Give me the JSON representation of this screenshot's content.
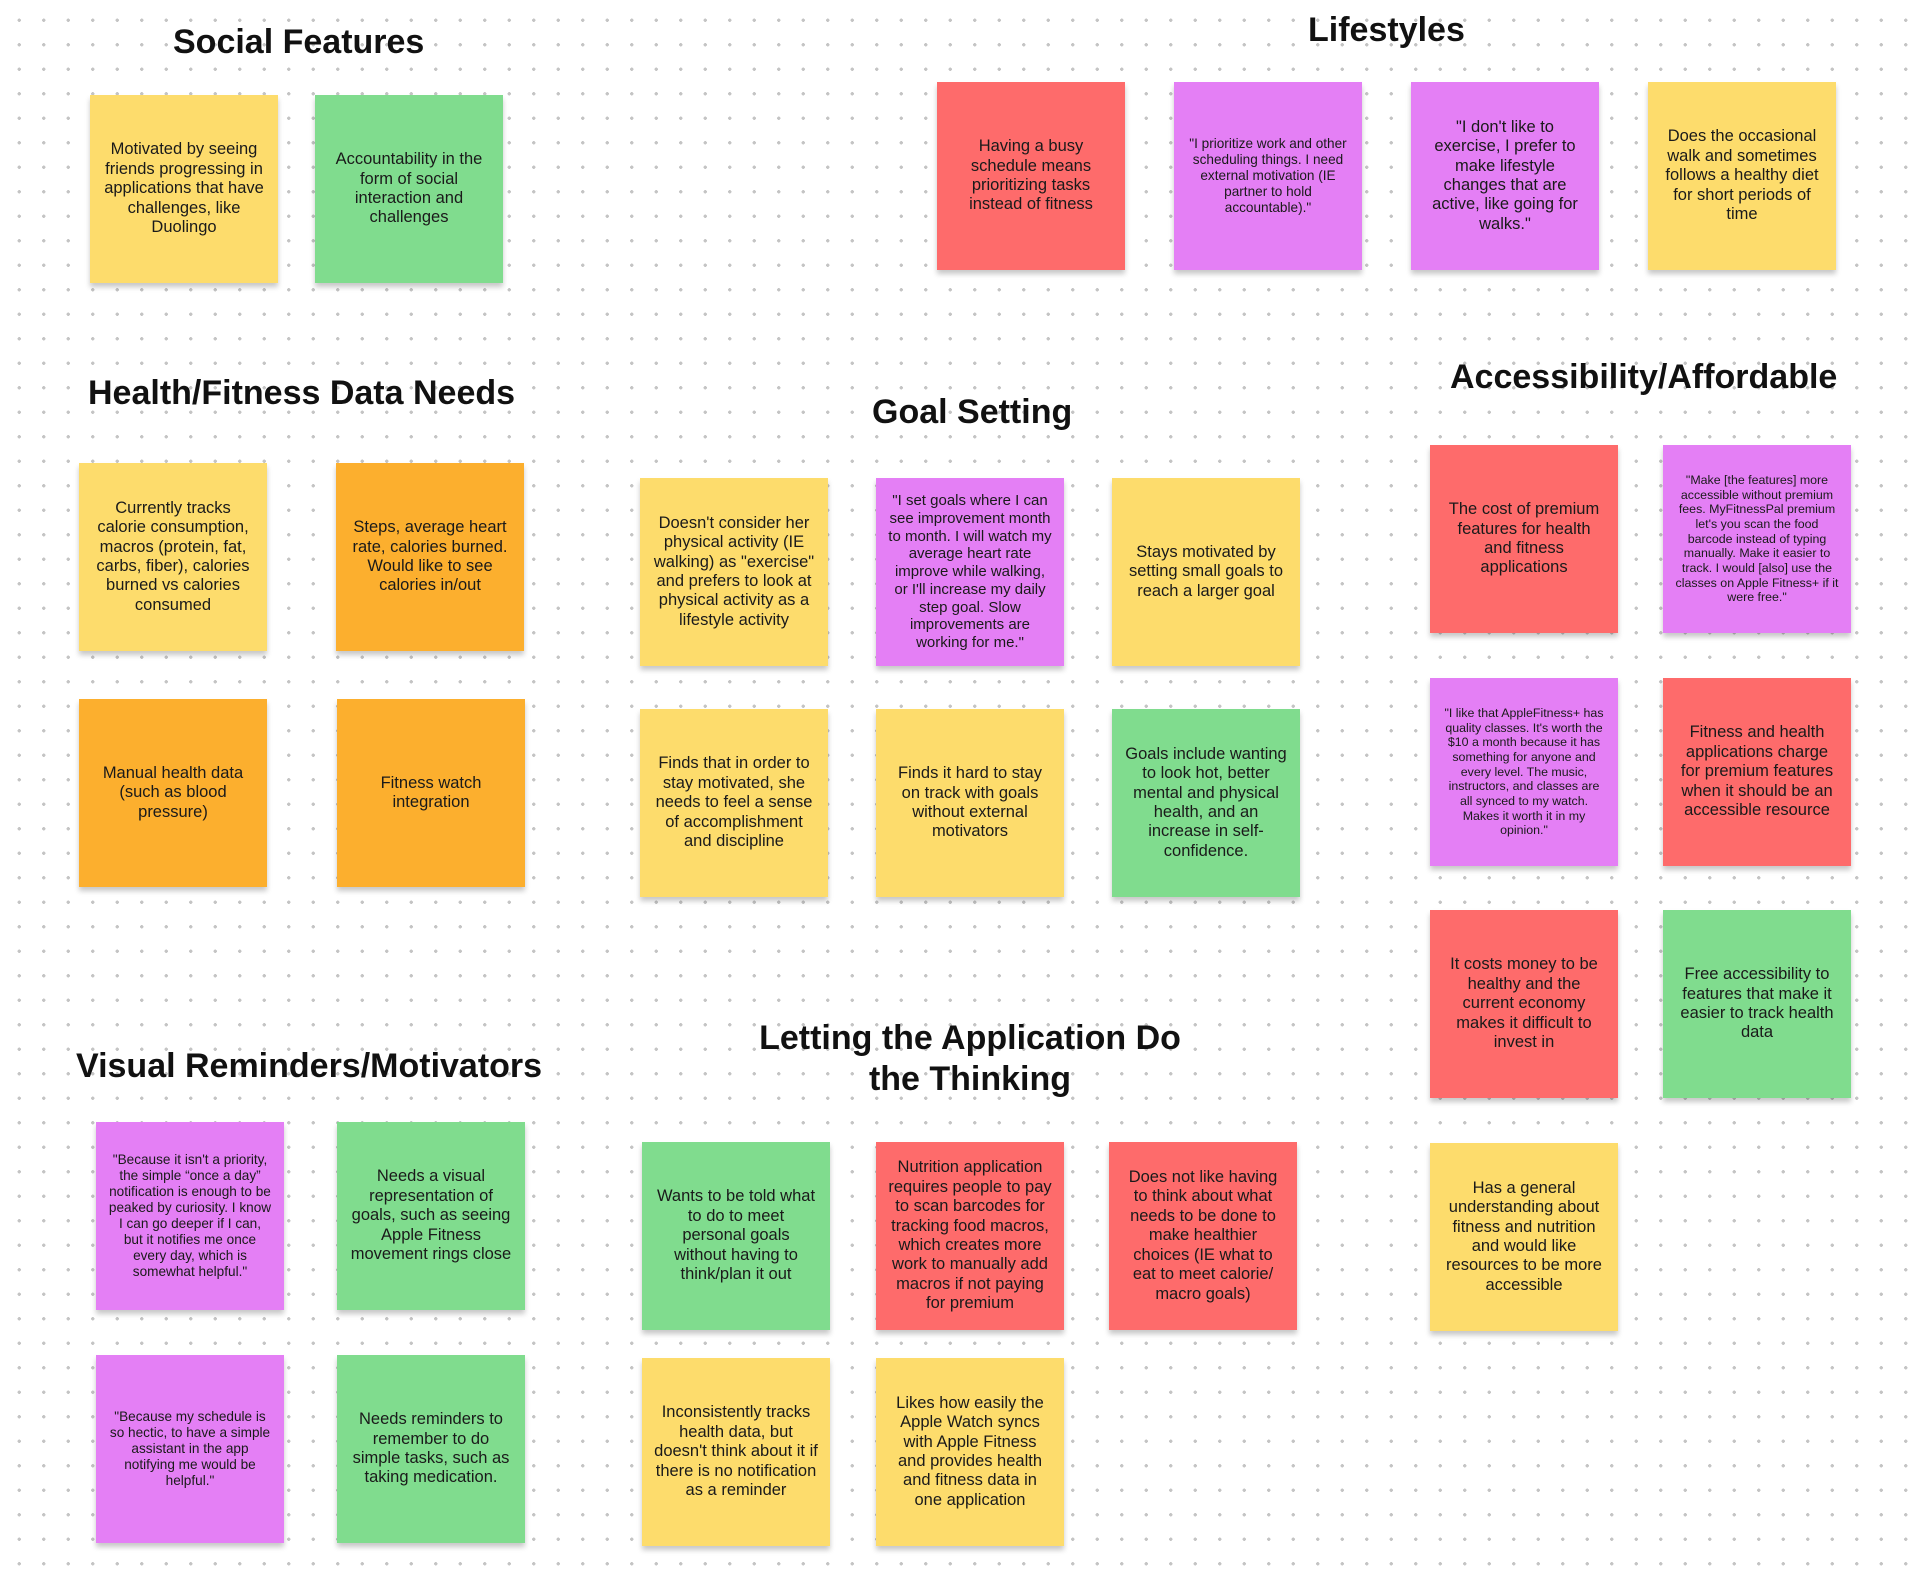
{
  "colors": {
    "yellow": "#fddc6c",
    "green": "#80dc8e",
    "red": "#fe6b6b",
    "purple": "#e47ff5",
    "orange": "#fcaf2e"
  },
  "sections": {
    "social": {
      "title": "Social Features",
      "notes": [
        {
          "text": "Motivated by seeing friends progressing in applications that have challenges, like Duolingo",
          "color": "yellow"
        },
        {
          "text": "Accountability in the form of social interaction and challenges",
          "color": "green"
        }
      ]
    },
    "lifestyles": {
      "title": "Lifestyles",
      "notes": [
        {
          "text": "Having a busy schedule means prioritizing tasks instead of fitness",
          "color": "red"
        },
        {
          "text": "\"I prioritize work and other scheduling things. I need external motivation (IE partner to hold accountable).\"",
          "color": "purple"
        },
        {
          "text": "\"I don't like to exercise, I prefer to make lifestyle changes that are active, like going for walks.\"",
          "color": "purple"
        },
        {
          "text": "Does the occasional walk and sometimes follows a healthy diet for short periods of time",
          "color": "yellow"
        }
      ]
    },
    "health_data": {
      "title": "Health/Fitness Data Needs",
      "notes": [
        {
          "text": "Currently tracks calorie consumption, macros (protein, fat, carbs, fiber), calories burned vs calories consumed",
          "color": "yellow"
        },
        {
          "text": "Steps, average heart rate, calories burned. Would like to see calories in/out",
          "color": "orange"
        },
        {
          "text": "Manual health data (such as blood pressure)",
          "color": "orange"
        },
        {
          "text": "Fitness watch integration",
          "color": "orange"
        }
      ]
    },
    "goal_setting": {
      "title": "Goal Setting",
      "notes": [
        {
          "text": "Doesn't consider her physical activity (IE walking) as \"exercise\" and prefers to look at physical activity as a lifestyle activity",
          "color": "yellow"
        },
        {
          "text": "\"I set goals where I can see improvement month to month. I will watch my average heart rate improve while walking, or I'll increase my daily step goal. Slow improvements are working for me.\"",
          "color": "purple"
        },
        {
          "text": "Stays motivated by setting small goals to reach a larger goal",
          "color": "yellow"
        },
        {
          "text": "Finds that in order to stay motivated, she needs to feel a sense of accomplishment and discipline",
          "color": "yellow"
        },
        {
          "text": "Finds it hard to stay on track with goals without external motivators",
          "color": "yellow"
        },
        {
          "text": "Goals include wanting to look hot, better mental and physical health, and an increase in self-confidence.",
          "color": "green"
        }
      ]
    },
    "accessibility": {
      "title": "Accessibility/Affordable",
      "notes": [
        {
          "text": "The cost of premium features for health and fitness applications",
          "color": "red"
        },
        {
          "text": "\"Make [the features] more accessible without premium fees. MyFitnessPal premium let's you scan the food barcode instead of typing manually. Make it easier to track. I would [also] use the classes on Apple Fitness+ if it were free.\"",
          "color": "purple"
        },
        {
          "text": "\"I like that AppleFitness+ has quality classes. It's worth the $10 a month because it has something for anyone and every level. The music, instructors, and classes are all synced to my watch. Makes it worth it in my opinion.\"",
          "color": "purple"
        },
        {
          "text": "Fitness and health applications charge for premium features when it should be an accessible resource",
          "color": "red"
        },
        {
          "text": "It costs money to be healthy and the current economy makes it difficult to invest in",
          "color": "red"
        },
        {
          "text": "Free accessibility to features that make it easier to track health data",
          "color": "green"
        },
        {
          "text": "Has a general understanding about fitness and nutrition and would like resources to be more accessible",
          "color": "yellow"
        }
      ]
    },
    "visual": {
      "title": "Visual Reminders/Motivators",
      "notes": [
        {
          "text": "\"Because it isn't a priority, the simple “once a day” notification is enough to be peaked by curiosity. I know I can go deeper if I can, but it notifies me once every day, which is somewhat helpful.\"",
          "color": "purple"
        },
        {
          "text": "Needs a visual representation of goals, such as seeing Apple Fitness movement rings close",
          "color": "green"
        },
        {
          "text": "\"Because my schedule is so hectic, to have a simple assistant in the app notifying me would be helpful.\"",
          "color": "purple"
        },
        {
          "text": "Needs reminders to remember to do simple tasks, such as taking medication.",
          "color": "green"
        }
      ]
    },
    "letting_app": {
      "title_line1": "Letting the Application Do",
      "title_line2": "the Thinking",
      "notes": [
        {
          "text": "Wants to be told what to do to meet personal goals without having to think/plan it out",
          "color": "green"
        },
        {
          "text": "Nutrition application requires people to pay to scan barcodes for tracking food macros, which creates more work to manually add macros if not paying for premium",
          "color": "red"
        },
        {
          "text": "Does not like having to think about what needs to be done to make healthier choices (IE what to eat to meet calorie/ macro goals)",
          "color": "red"
        },
        {
          "text": "Inconsistently tracks health data, but doesn't think about it if there is no notification as a reminder",
          "color": "yellow"
        },
        {
          "text": "Likes how easily the Apple Watch syncs with Apple Fitness and provides health and fitness data in one application",
          "color": "yellow"
        }
      ]
    }
  }
}
